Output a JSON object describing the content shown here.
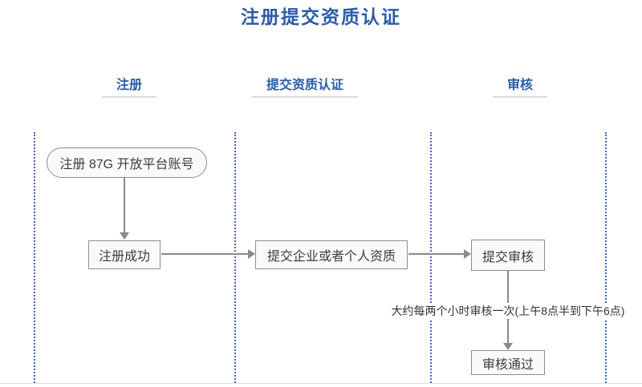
{
  "page": {
    "title": "注册提交资质认证"
  },
  "lanes": {
    "headers": [
      {
        "label": "注册"
      },
      {
        "label": "提交资质认证"
      },
      {
        "label": "审核"
      }
    ]
  },
  "flow": {
    "start": "注册 87G 开放平台账号",
    "register_success": "注册成功",
    "submit_qualification": "提交企业或者个人资质",
    "submit_review": "提交审核",
    "review_passed": "审核通过",
    "review_note": "大约每两个小时审核一次(上午8点半到下午6点)"
  },
  "colors": {
    "accent_blue": "#2a5caa",
    "lane_dotted_blue": "#3e63c0",
    "arrow_gray": "#8a8a8a",
    "box_border_gray": "#8d8d8d",
    "box_fill": "#fafafa",
    "node_text": "#3c3c3c"
  }
}
